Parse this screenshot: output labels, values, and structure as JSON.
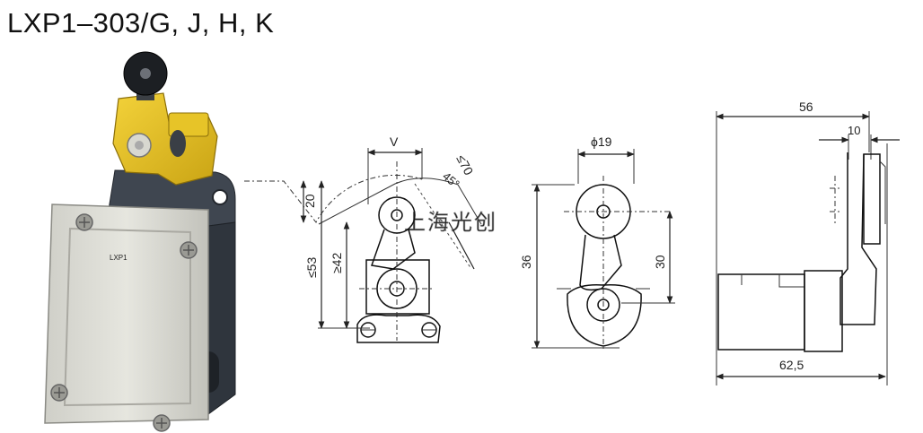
{
  "model_title": "LXP1–303/G, J, H, K",
  "photo_label": "LXP1",
  "watermark": "上海光创",
  "front_view": {
    "dim_v": "V",
    "dim_20": "20",
    "dim_53": "≤53",
    "dim_42": "≥42",
    "dim_radius": "≤70",
    "dim_angle": "45°"
  },
  "side_view": {
    "dim_phi": "ϕ19",
    "dim_36": "36",
    "dim_30": "30"
  },
  "end_view": {
    "dim_56": "56",
    "dim_10": "10",
    "dim_62": "62,5"
  }
}
